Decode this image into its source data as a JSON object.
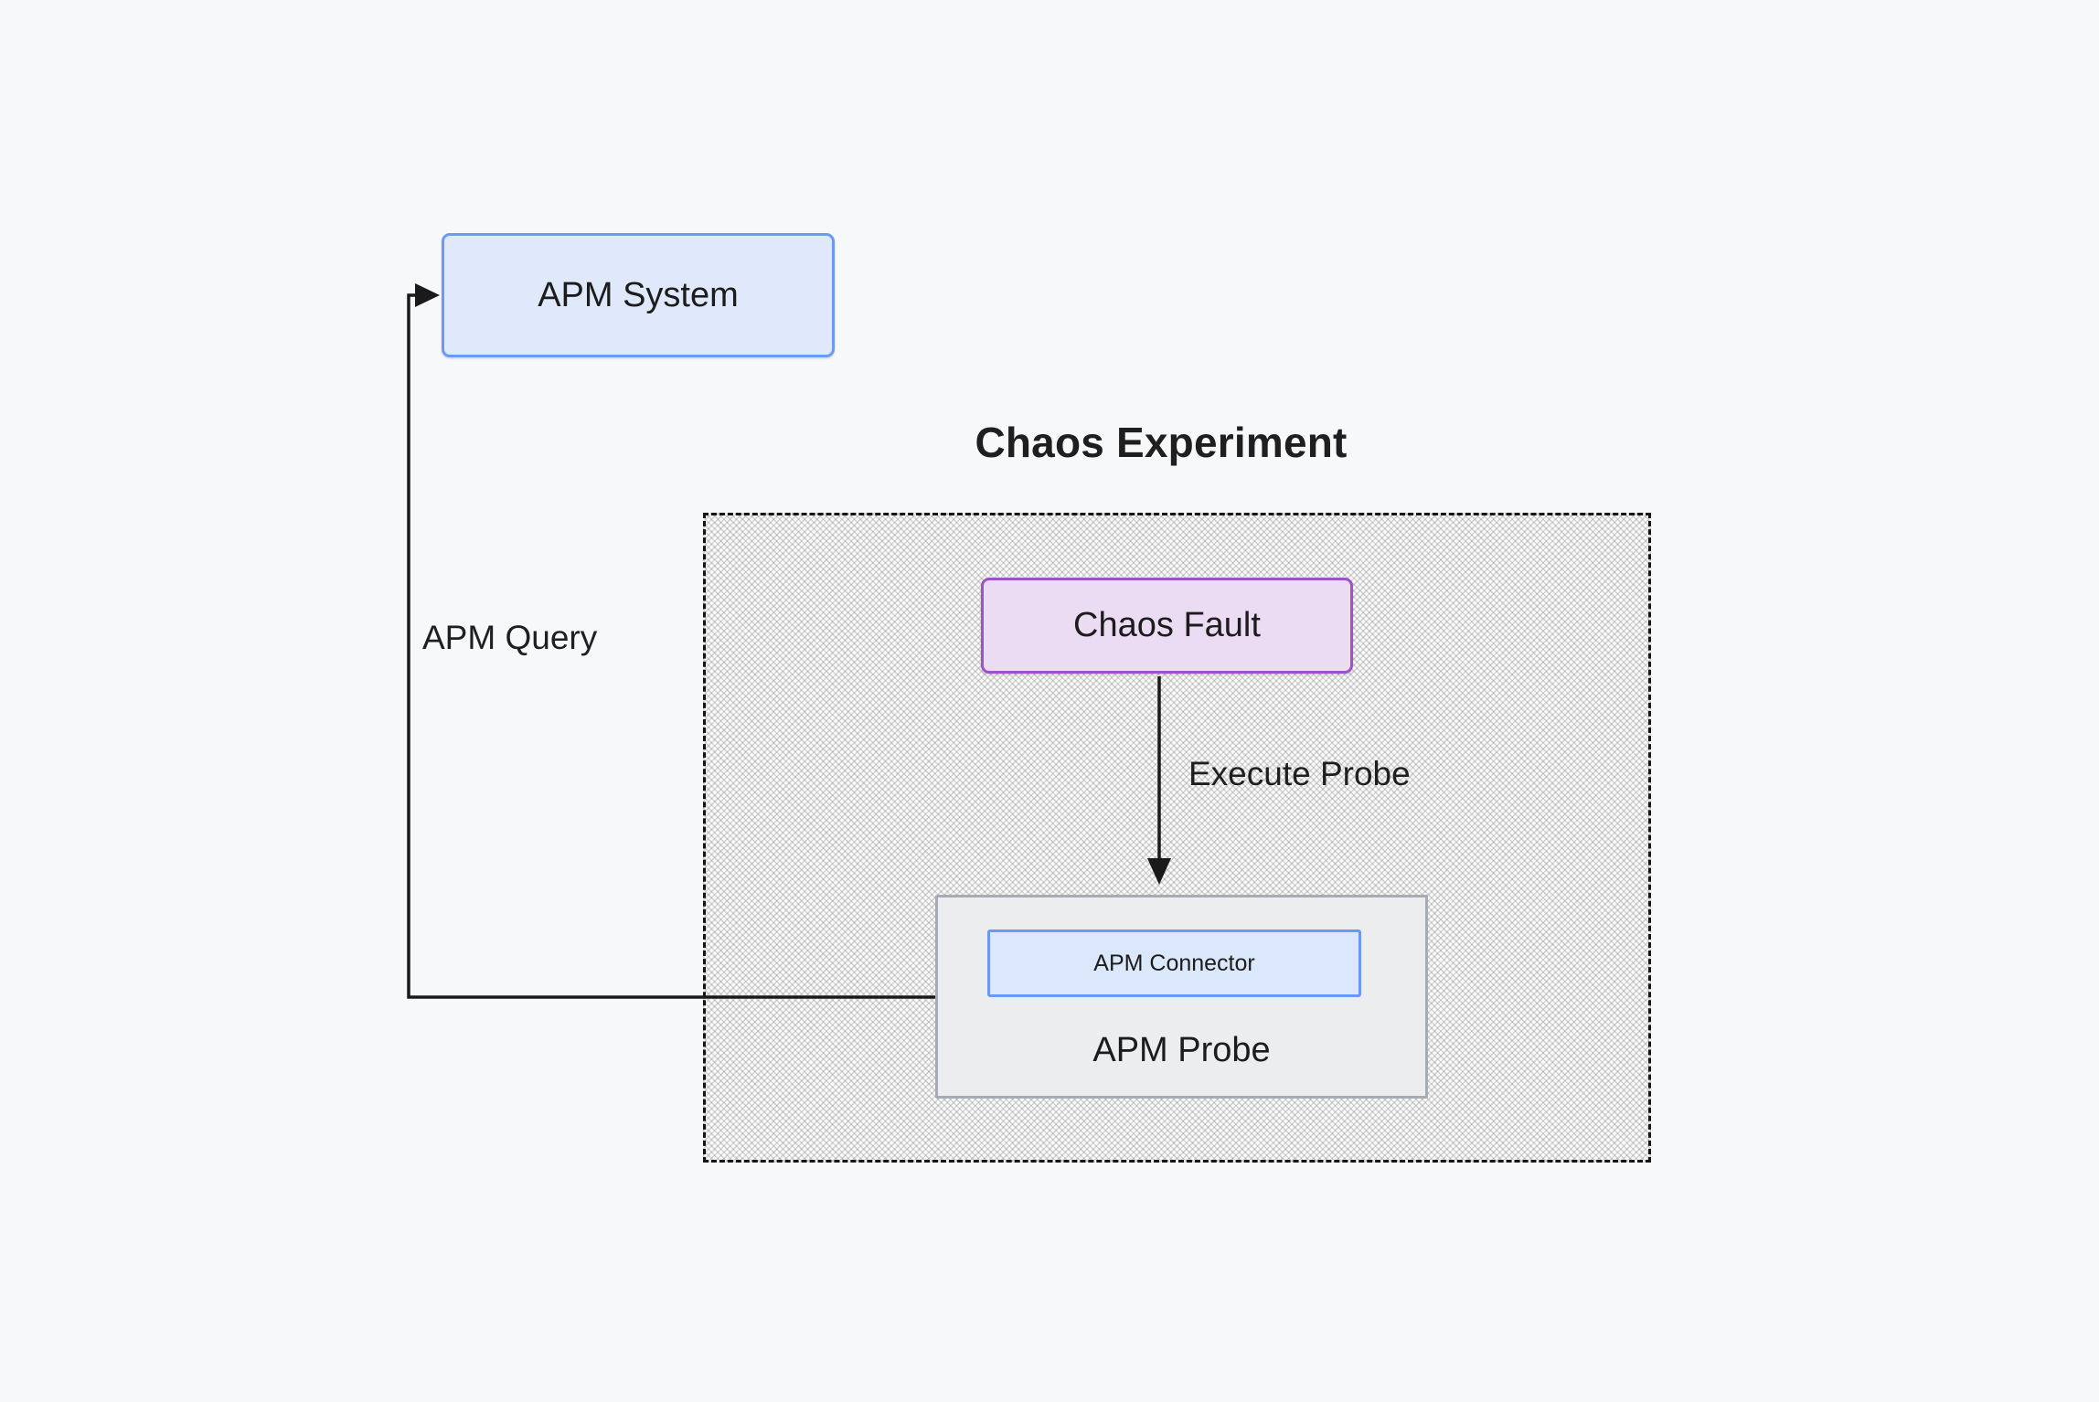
{
  "diagram": {
    "title": "Chaos Experiment",
    "nodes": {
      "apm_system": {
        "label": "APM System"
      },
      "chaos_fault": {
        "label": "Chaos Fault"
      },
      "apm_probe": {
        "label": "APM Probe"
      },
      "apm_connector": {
        "label": "APM Connector"
      }
    },
    "edges": {
      "execute_probe": {
        "label": "Execute Probe"
      },
      "apm_query": {
        "label": "APM Query"
      }
    },
    "colors": {
      "background": "#f7f8fa",
      "blue_node_border": "#6a9bf2",
      "blue_node_fill": "#dfe9fb",
      "purple_node_border": "#9d52c6",
      "purple_node_fill": "#ebdcf4",
      "gray_node_border": "#a6acb5",
      "gray_node_fill": "#ebedef",
      "connector_border": "#689af3",
      "connector_fill": "#dbe7fa",
      "dashed_container_border": "#151515",
      "edge_line": "#1a1a1a",
      "text": "#1c1c1c"
    }
  }
}
